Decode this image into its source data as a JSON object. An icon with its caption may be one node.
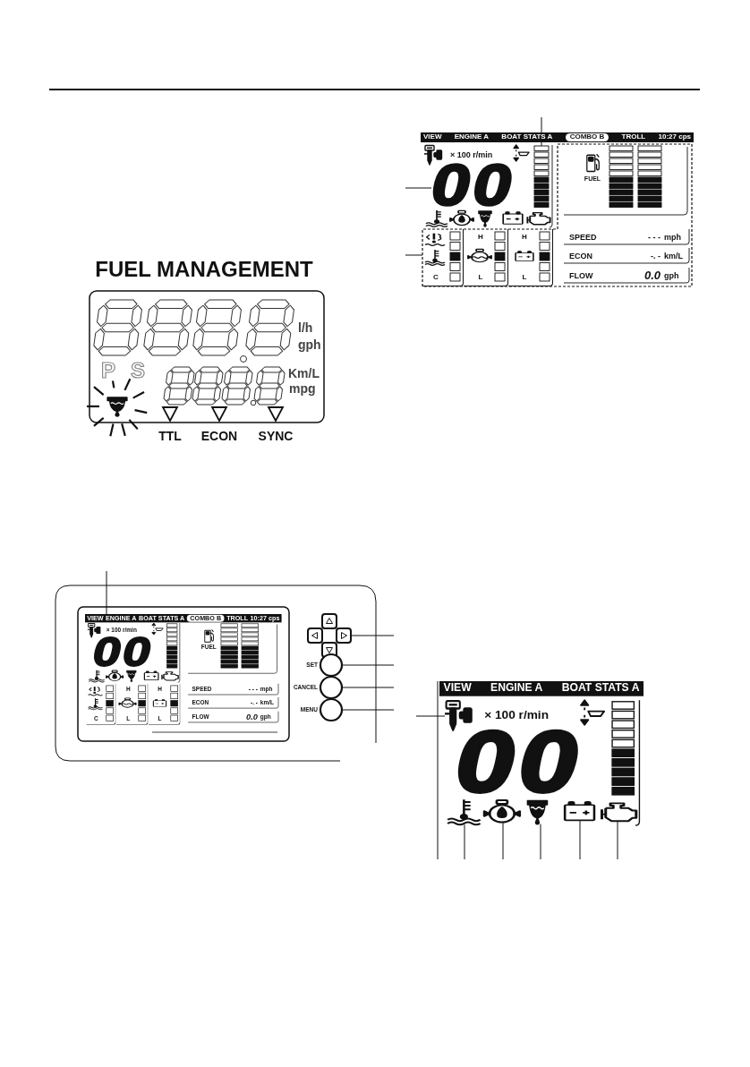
{
  "diagram": {
    "nodes": [
      {
        "text": [],
        "shape": "bar"
      },
      {
        "text": [
          "00"
        ]
      },
      {
        "text": [
          "C"
        ]
      },
      {
        "text": [
          "VIEW",
          "ENGINE A",
          "BOAT STATS A",
          "COMBO B",
          "TROLL",
          "10:27 cps"
        ]
      },
      {
        "text": [],
        "shape": "box"
      },
      {
        "text": [],
        "shape": "circle",
        "beside": [
          "SET"
        ]
      },
      {
        "text": [],
        "shape": "circle",
        "beside": [
          "CANCEL"
        ]
      },
      {
        "text": [],
        "shape": "circle",
        "beside": [
          "MENU"
        ]
      },
      {
        "text": [],
        "shape": "picture"
      },
      {
        "text": [],
        "shape": "picture"
      },
      {
        "text": [],
        "shape": "picture"
      },
      {
        "text": [],
        "shape": "picture"
      },
      {
        "text": [],
        "shape": "picture"
      },
      {
        "text": [],
        "shape": "picture"
      }
    ],
    "edges": [
      {
        "from": null,
        "to": 0,
        "arrow": "none"
      },
      {
        "from": null,
        "to": 1,
        "arrow": "none"
      },
      {
        "from": null,
        "to": 2,
        "arrow": "none"
      },
      {
        "from": null,
        "to": 3,
        "arrow": "none"
      },
      {
        "from": null,
        "to": 4,
        "arrow": "none"
      },
      {
        "from": null,
        "to": 5,
        "arrow": "none"
      },
      {
        "from": null,
        "to": 6,
        "arrow": "none"
      },
      {
        "from": null,
        "to": 7,
        "arrow": "none"
      },
      {
        "from": null,
        "to": 8,
        "arrow": "none"
      },
      {
        "from": null,
        "to": 9,
        "arrow": "none"
      },
      {
        "from": null,
        "to": 10,
        "arrow": "none"
      },
      {
        "from": null,
        "to": 11,
        "arrow": "none"
      },
      {
        "from": null,
        "to": 12,
        "arrow": "none"
      },
      {
        "from": null,
        "to": 13,
        "arrow": "none"
      }
    ],
    "labels": [
      "VIEW",
      "ENGINE A",
      "BOAT STATS A",
      "COMBO B",
      "TROLL",
      "10:27 cps",
      "× 100 r/min",
      "FUEL",
      "H",
      "H",
      "L",
      "L",
      "SPEED",
      "- - -",
      "mph",
      "ECON",
      "-. -",
      "km/L",
      "FLOW",
      "0.0",
      "gph",
      "FUEL MANAGEMENT",
      "l/h",
      "gph",
      "P",
      "S",
      "Km/L",
      "mpg",
      "TTL",
      "ECON",
      "SYNC",
      "× 100 r/min",
      "00",
      "FUEL",
      "H",
      "H",
      "C",
      "L",
      "L",
      "SPEED",
      "- - -",
      "mph",
      "ECON",
      "-. -",
      "km/L",
      "FLOW",
      "0.0",
      "gph",
      "VIEW",
      "ENGINE A",
      "BOAT STATS A",
      "× 100 r/min",
      "00"
    ]
  }
}
